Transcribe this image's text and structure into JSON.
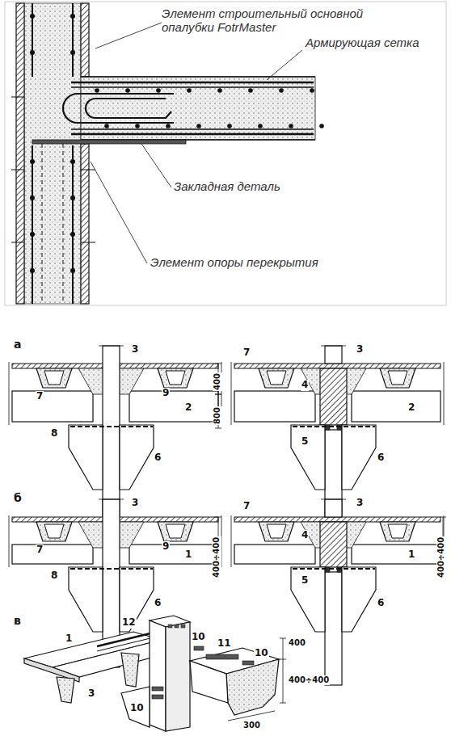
{
  "diagram": {
    "labels": [
      "Элемент строительный основной опалубки FotrMaster",
      "Армирующая сетка",
      "Закладная деталь",
      "Элемент опоры перекрытия",
      "а",
      "3",
      "7",
      "9",
      "8",
      "2",
      "6",
      "400",
      "800",
      "7",
      "3",
      "4",
      "5",
      "2",
      "6",
      "б",
      "3",
      "7",
      "9",
      "8",
      "1",
      "6",
      "400÷400",
      "7",
      "3",
      "4",
      "1",
      "5",
      "6",
      "400÷400",
      "в",
      "1",
      "12",
      "3",
      "10",
      "11",
      "10",
      "10",
      "400",
      "400÷400",
      "300"
    ]
  }
}
